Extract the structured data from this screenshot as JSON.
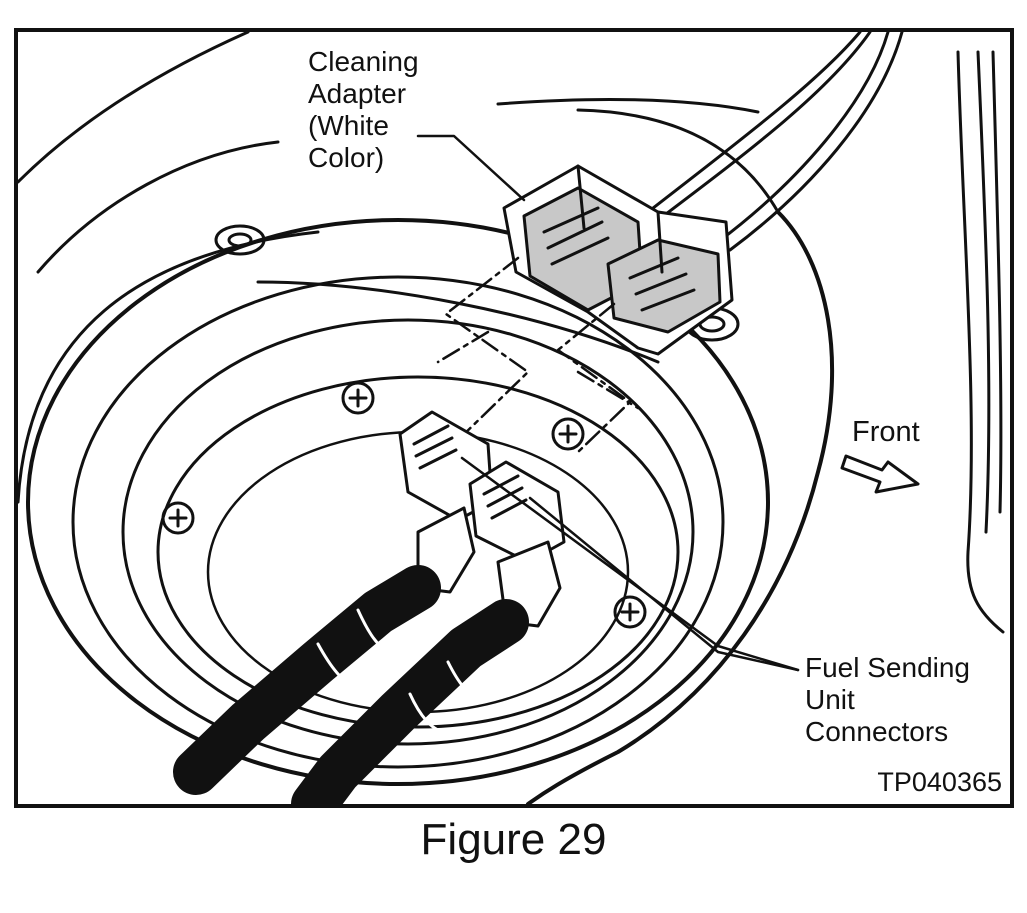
{
  "labels": {
    "cleaning_adapter": [
      "Cleaning",
      "Adapter",
      "(White",
      "Color)"
    ],
    "front": "Front",
    "fuel_sending": [
      "Fuel Sending",
      "Unit",
      "Connectors"
    ],
    "figure_code": "TP040365"
  },
  "caption": "Figure 29",
  "colors": {
    "ink": "#111111",
    "adapter_fill": "#c8c8c8",
    "paper": "#ffffff"
  },
  "icons": {
    "front_arrow": "arrow-right-icon",
    "screw": "phillips-screw-icon"
  }
}
